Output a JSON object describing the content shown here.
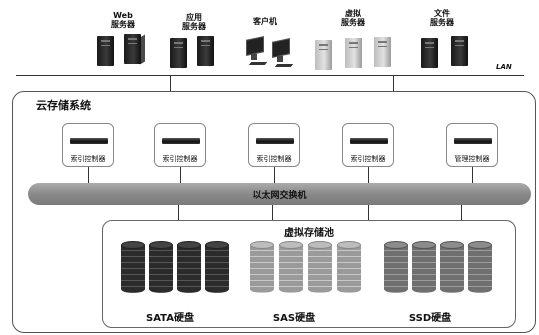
{
  "top_servers": [
    {
      "label": "Web\n服务器"
    },
    {
      "label": "应用\n服务器"
    },
    {
      "label": "客户机"
    },
    {
      "label": "虚拟\n服务器"
    },
    {
      "label": "文件\n服务器"
    }
  ],
  "lan_label": "LAN",
  "cloud_title": "云存储系统",
  "controllers": [
    {
      "label": "索引控制器"
    },
    {
      "label": "索引控制器"
    },
    {
      "label": "索引控制器"
    },
    {
      "label": "索引控制器"
    },
    {
      "label": "管理控制器"
    }
  ],
  "switch_label": "以太网交换机",
  "pool_title": "虚拟存储池",
  "disk_groups": [
    {
      "label": "SATA硬盘"
    },
    {
      "label": "SAS硬盘"
    },
    {
      "label": "SSD硬盘"
    }
  ]
}
